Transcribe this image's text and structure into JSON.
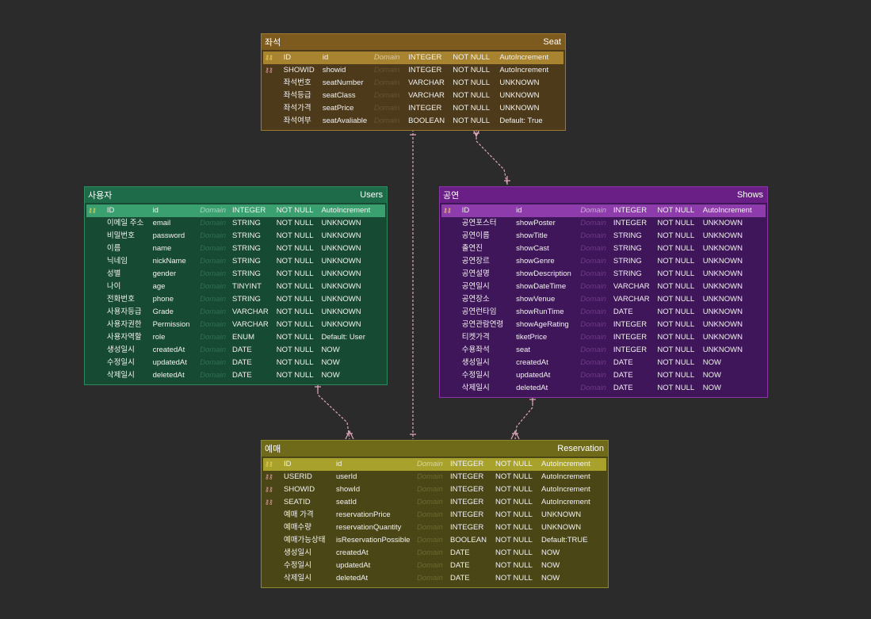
{
  "tables": [
    {
      "id": "seat",
      "kr_name": "좌석",
      "en_name": "Seat",
      "colors": {
        "header": "#7d5a1e",
        "body": "#4d3a1a",
        "border": "#a07a30",
        "pk_row": "#a88430",
        "dom_text": "#6a5330"
      },
      "columns": [
        {
          "key": "pk",
          "logical": "ID",
          "physical": "id",
          "domain": "Domain",
          "type": "INTEGER",
          "nullable": "NOT NULL",
          "default": "AutoIncrement"
        },
        {
          "key": "fk",
          "logical": "SHOWID",
          "physical": "showid",
          "domain": "Domain",
          "type": "INTEGER",
          "nullable": "NOT NULL",
          "default": "AutoIncrement"
        },
        {
          "key": "",
          "logical": "좌석번호",
          "physical": "seatNumber",
          "domain": "Domain",
          "type": "VARCHAR",
          "nullable": "NOT NULL",
          "default": "UNKNOWN"
        },
        {
          "key": "",
          "logical": "좌석등급",
          "physical": "seatClass",
          "domain": "Domain",
          "type": "VARCHAR",
          "nullable": "NOT NULL",
          "default": "UNKNOWN"
        },
        {
          "key": "",
          "logical": "좌석가격",
          "physical": "seatPrice",
          "domain": "Domain",
          "type": "INTEGER",
          "nullable": "NOT NULL",
          "default": "UNKNOWN"
        },
        {
          "key": "",
          "logical": "좌석여부",
          "physical": "seatAvaliable",
          "domain": "Domain",
          "type": "BOOLEAN",
          "nullable": "NOT NULL",
          "default": "Default: True"
        }
      ]
    },
    {
      "id": "users",
      "kr_name": "사용자",
      "en_name": "Users",
      "colors": {
        "header": "#1d6b48",
        "body": "#174a32",
        "border": "#2c8a5e",
        "pk_row": "#3aa070",
        "dom_text": "#2f6e52"
      },
      "columns": [
        {
          "key": "pk",
          "logical": "ID",
          "physical": "id",
          "domain": "Domain",
          "type": "INTEGER",
          "nullable": "NOT NULL",
          "default": "AutoIncrement"
        },
        {
          "key": "",
          "logical": "이메일 주소",
          "physical": "email",
          "domain": "Domain",
          "type": "STRING",
          "nullable": "NOT NULL",
          "default": "UNKNOWN"
        },
        {
          "key": "",
          "logical": "비밀번호",
          "physical": "password",
          "domain": "Domain",
          "type": "STRING",
          "nullable": "NOT NULL",
          "default": "UNKNOWN"
        },
        {
          "key": "",
          "logical": "이름",
          "physical": "name",
          "domain": "Domain",
          "type": "STRING",
          "nullable": "NOT NULL",
          "default": "UNKNOWN"
        },
        {
          "key": "",
          "logical": "닉네임",
          "physical": "nickName",
          "domain": "Domain",
          "type": "STRING",
          "nullable": "NOT NULL",
          "default": "UNKNOWN"
        },
        {
          "key": "",
          "logical": "성별",
          "physical": "gender",
          "domain": "Domain",
          "type": "STRING",
          "nullable": "NOT NULL",
          "default": "UNKNOWN"
        },
        {
          "key": "",
          "logical": "나이",
          "physical": "age",
          "domain": "Domain",
          "type": "TINYINT",
          "nullable": "NOT NULL",
          "default": "UNKNOWN"
        },
        {
          "key": "",
          "logical": "전화번호",
          "physical": "phone",
          "domain": "Domain",
          "type": "STRING",
          "nullable": "NOT NULL",
          "default": "UNKNOWN"
        },
        {
          "key": "",
          "logical": "사용자등급",
          "physical": "Grade",
          "domain": "Domain",
          "type": "VARCHAR",
          "nullable": "NOT NULL",
          "default": "UNKNOWN"
        },
        {
          "key": "",
          "logical": "사용자권한",
          "physical": "Permission",
          "domain": "Domain",
          "type": "VARCHAR",
          "nullable": "NOT NULL",
          "default": "UNKNOWN"
        },
        {
          "key": "",
          "logical": "사용자역할",
          "physical": "role",
          "domain": "Domain",
          "type": "ENUM",
          "nullable": "NOT NULL",
          "default": "Default: User"
        },
        {
          "key": "",
          "logical": "생성일시",
          "physical": "createdAt",
          "domain": "Domain",
          "type": "DATE",
          "nullable": "NOT NULL",
          "default": "NOW"
        },
        {
          "key": "",
          "logical": "수정일시",
          "physical": "updatedAt",
          "domain": "Domain",
          "type": "DATE",
          "nullable": "NOT NULL",
          "default": "NOW"
        },
        {
          "key": "",
          "logical": "삭제일시",
          "physical": "deletedAt",
          "domain": "Domain",
          "type": "DATE",
          "nullable": "NOT NULL",
          "default": "NOW"
        }
      ]
    },
    {
      "id": "shows",
      "kr_name": "공연",
      "en_name": "Shows",
      "colors": {
        "header": "#6a1f86",
        "body": "#40165a",
        "border": "#8a34a8",
        "pk_row": "#8e3cac",
        "dom_text": "#6c3a88"
      },
      "columns": [
        {
          "key": "pk",
          "logical": "ID",
          "physical": "id",
          "domain": "Domain",
          "type": "INTEGER",
          "nullable": "NOT NULL",
          "default": "AutoIncrement"
        },
        {
          "key": "",
          "logical": "공연포스터",
          "physical": "showPoster",
          "domain": "Domain",
          "type": "INTEGER",
          "nullable": "NOT NULL",
          "default": "UNKNOWN"
        },
        {
          "key": "",
          "logical": "공연이름",
          "physical": "showTitle",
          "domain": "Domain",
          "type": "STRING",
          "nullable": "NOT NULL",
          "default": "UNKNOWN"
        },
        {
          "key": "",
          "logical": "출연진",
          "physical": "showCast",
          "domain": "Domain",
          "type": "STRING",
          "nullable": "NOT NULL",
          "default": "UNKNOWN"
        },
        {
          "key": "",
          "logical": "공연장르",
          "physical": "showGenre",
          "domain": "Domain",
          "type": "STRING",
          "nullable": "NOT NULL",
          "default": "UNKNOWN"
        },
        {
          "key": "",
          "logical": "공연설명",
          "physical": "showDescription",
          "domain": "Domain",
          "type": "STRING",
          "nullable": "NOT NULL",
          "default": "UNKNOWN"
        },
        {
          "key": "",
          "logical": "공연일시",
          "physical": "showDateTime",
          "domain": "Domain",
          "type": "VARCHAR",
          "nullable": "NOT NULL",
          "default": "UNKNOWN"
        },
        {
          "key": "",
          "logical": "공연장소",
          "physical": "showVenue",
          "domain": "Domain",
          "type": "VARCHAR",
          "nullable": "NOT NULL",
          "default": "UNKNOWN"
        },
        {
          "key": "",
          "logical": "공연런타임",
          "physical": "showRunTime",
          "domain": "Domain",
          "type": "DATE",
          "nullable": "NOT NULL",
          "default": "UNKNOWN"
        },
        {
          "key": "",
          "logical": "공연관람연령",
          "physical": "showAgeRating",
          "domain": "Domain",
          "type": "INTEGER",
          "nullable": "NOT NULL",
          "default": "UNKNOWN"
        },
        {
          "key": "",
          "logical": "티켓가격",
          "physical": "tiketPrice",
          "domain": "Domain",
          "type": "INTEGER",
          "nullable": "NOT NULL",
          "default": "UNKNOWN"
        },
        {
          "key": "",
          "logical": "수용좌석",
          "physical": "seat",
          "domain": "Domain",
          "type": "INTEGER",
          "nullable": "NOT NULL",
          "default": "UNKNOWN"
        },
        {
          "key": "",
          "logical": "생성일시",
          "physical": "createdAt",
          "domain": "Domain",
          "type": "DATE",
          "nullable": "NOT NULL",
          "default": "NOW"
        },
        {
          "key": "",
          "logical": "수정일시",
          "physical": "updatedAt",
          "domain": "Domain",
          "type": "DATE",
          "nullable": "NOT NULL",
          "default": "NOW"
        },
        {
          "key": "",
          "logical": "삭제일시",
          "physical": "deletedAt",
          "domain": "Domain",
          "type": "DATE",
          "nullable": "NOT NULL",
          "default": "NOW"
        }
      ]
    },
    {
      "id": "reservation",
      "kr_name": "예매",
      "en_name": "Reservation",
      "colors": {
        "header": "#6f6a1a",
        "body": "#4a4616",
        "border": "#8f8a28",
        "pk_row": "#a8a22c",
        "dom_text": "#6e6a30"
      },
      "columns": [
        {
          "key": "pk",
          "logical": "ID",
          "physical": "id",
          "domain": "Domain",
          "type": "INTEGER",
          "nullable": "NOT NULL",
          "default": "AutoIncrement"
        },
        {
          "key": "fk",
          "logical": "USERID",
          "physical": "userId",
          "domain": "Domain",
          "type": "INTEGER",
          "nullable": "NOT NULL",
          "default": "AutoIncrement"
        },
        {
          "key": "fk",
          "logical": "SHOWID",
          "physical": "showId",
          "domain": "Domain",
          "type": "INTEGER",
          "nullable": "NOT NULL",
          "default": "AutoIncrement"
        },
        {
          "key": "fk",
          "logical": "SEATID",
          "physical": "seatId",
          "domain": "Domain",
          "type": "INTEGER",
          "nullable": "NOT NULL",
          "default": "AutoIncrement"
        },
        {
          "key": "",
          "logical": "예매 가격",
          "physical": "reservationPrice",
          "domain": "Domain",
          "type": "INTEGER",
          "nullable": "NOT NULL",
          "default": "UNKNOWN"
        },
        {
          "key": "",
          "logical": "예매수량",
          "physical": "reservationQuantity",
          "domain": "Domain",
          "type": "INTEGER",
          "nullable": "NOT NULL",
          "default": "UNKNOWN"
        },
        {
          "key": "",
          "logical": "예매가능상태",
          "physical": "isReservationPossible",
          "domain": "Domain",
          "type": "BOOLEAN",
          "nullable": "NOT NULL",
          "default": "Default:TRUE"
        },
        {
          "key": "",
          "logical": "생성일시",
          "physical": "createdAt",
          "domain": "Domain",
          "type": "DATE",
          "nullable": "NOT NULL",
          "default": "NOW"
        },
        {
          "key": "",
          "logical": "수정일시",
          "physical": "updatedAt",
          "domain": "Domain",
          "type": "DATE",
          "nullable": "NOT NULL",
          "default": "NOW"
        },
        {
          "key": "",
          "logical": "삭제일시",
          "physical": "deletedAt",
          "domain": "Domain",
          "type": "DATE",
          "nullable": "NOT NULL",
          "default": "NOW"
        }
      ]
    }
  ],
  "relationships": [
    {
      "from": "users",
      "to": "reservation",
      "line_color": "#e0a8b8"
    },
    {
      "from": "seat",
      "to": "reservation",
      "line_color": "#e0a8b8"
    },
    {
      "from": "shows",
      "to": "reservation",
      "line_color": "#e0a8b8"
    },
    {
      "from": "shows",
      "to": "seat",
      "line_color": "#e0a8b8"
    }
  ],
  "icons": {
    "primary_key": "key-icon",
    "foreign_key": "key-icon"
  }
}
